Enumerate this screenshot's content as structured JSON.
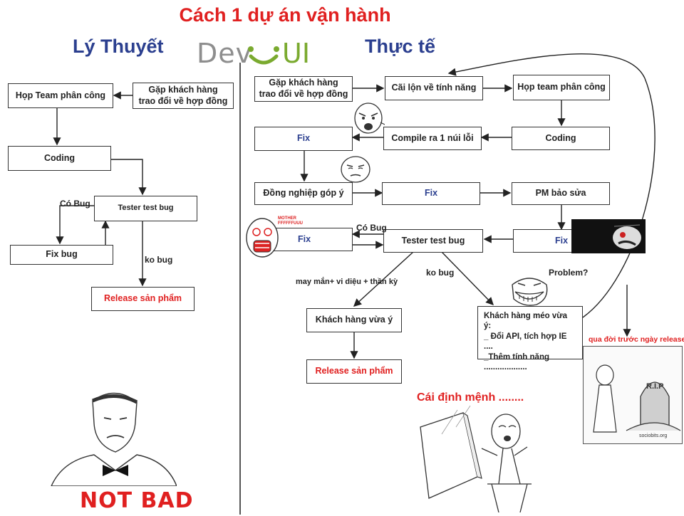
{
  "header": {
    "title": "Cách 1 dự án vận hành",
    "left_heading": "Lý Thuyết",
    "right_heading": "Thực tế",
    "logo_dev": "Dev",
    "logo_ui": "UI"
  },
  "theory": {
    "meet_customer": "Gặp khách hàng\ntrao đổi về hợp đồng",
    "team_meeting": "Họp Team phân công",
    "coding": "Coding",
    "tester": "Tester test bug",
    "fix_bug": "Fix bug",
    "release": "Release sản phẩm",
    "has_bug": "Có Bug",
    "no_bug": "ko bug"
  },
  "reality": {
    "meet_customer": "Gặp khách hàng\ntrao đổi về hợp đồng",
    "argue_features": "Cãi lộn về tính năng",
    "team_meeting": "Họp team phân công",
    "coding": "Coding",
    "compile": "Compile ra 1 núi lỗi",
    "fix1": "Fix",
    "colleague": "Đồng nghiệp góp ý",
    "fix2": "Fix",
    "pm_says": "PM bảo sửa",
    "fix3": "Fix",
    "fix4": "Fix",
    "tester": "Tester test bug",
    "has_bug": "Có Bug",
    "no_bug": "ko bug",
    "luck": "may mắn+ vi diệu + thần kỳ",
    "customer_ok": "Khách hàng vừa ý",
    "release": "Release sản phẩm",
    "customer_meh": "Khách hàng méo vừa ý:\n_ Đổi API, tích hợp IE ....\n_Thêm tính năng\n...................",
    "problem": "Problem?",
    "die_before": "qua đời trước ngày release",
    "rip": "R.I.P",
    "site": "sociobits.org",
    "destiny": "Cái định mệnh ........",
    "not_bad": "NOT BAD",
    "rage_text": "MOTHER FFFFFFUUU"
  }
}
